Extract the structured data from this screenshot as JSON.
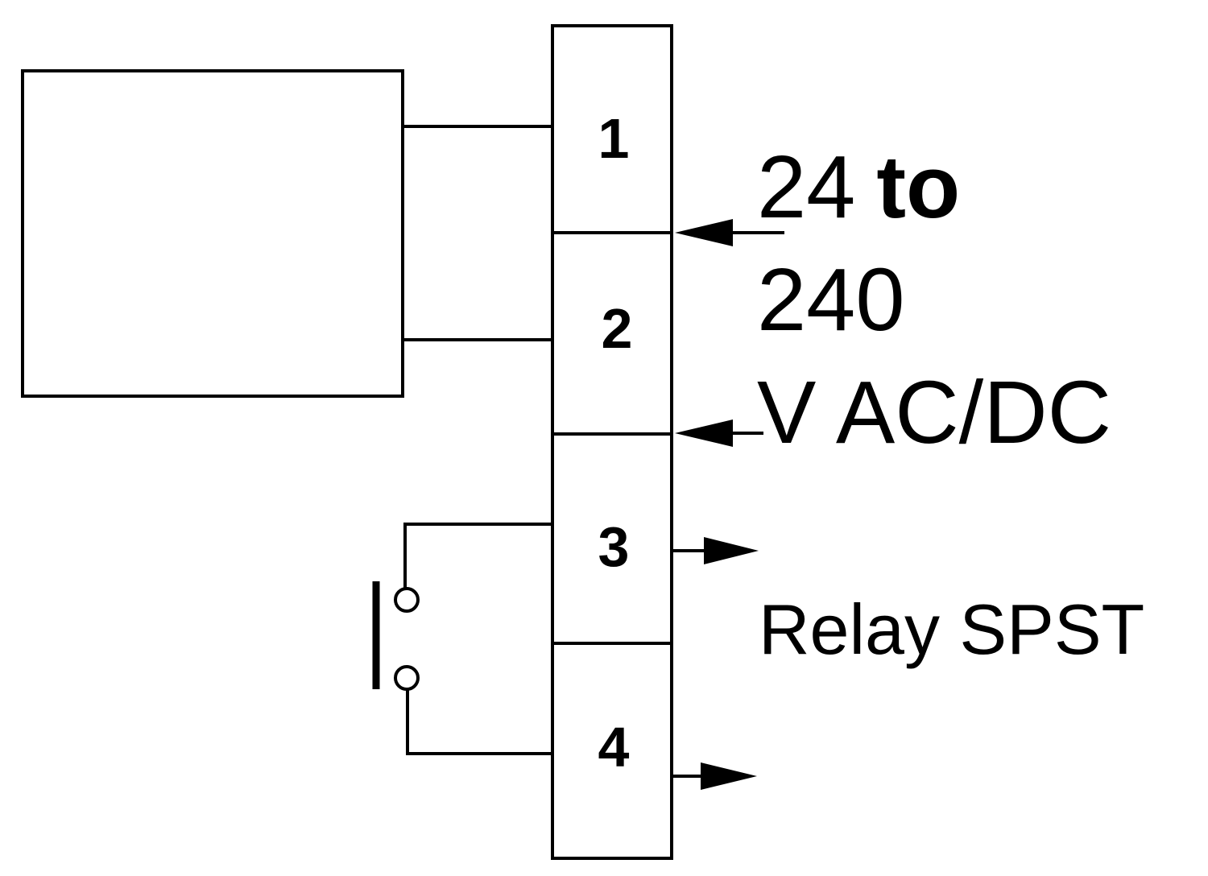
{
  "terminals": [
    {
      "number": "1"
    },
    {
      "number": "2"
    },
    {
      "number": "3"
    },
    {
      "number": "4"
    }
  ],
  "supply_label": {
    "value": "24",
    "to_word": "to",
    "value_max": "240",
    "unit": "V AC/DC"
  },
  "relay_label": "Relay SPST"
}
